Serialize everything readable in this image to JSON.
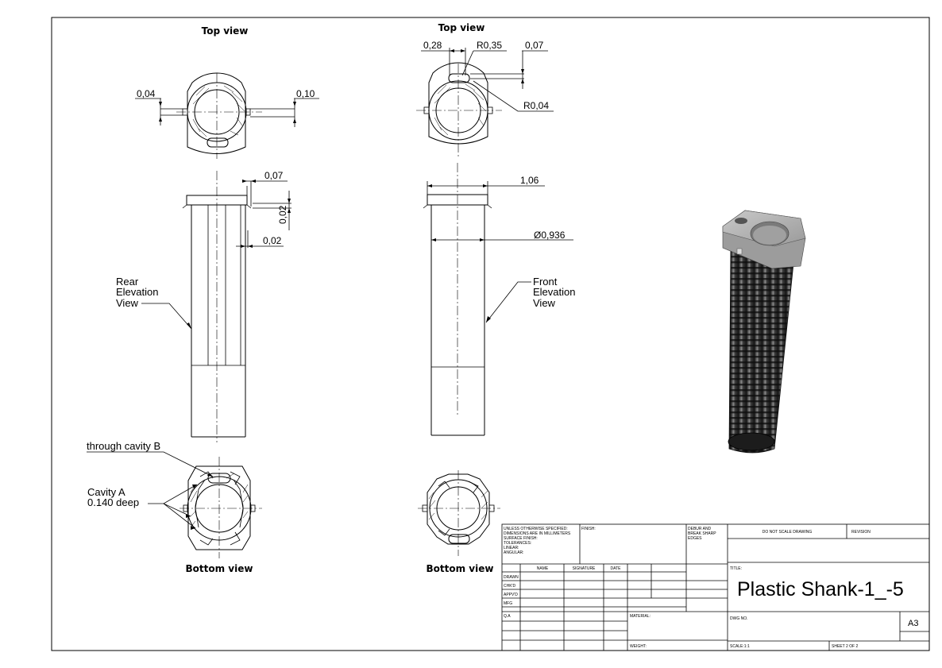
{
  "views": {
    "top_left_title": "Top view",
    "top_mid_title": "Top view",
    "bottom_left_title": "Bottom view",
    "bottom_mid_title": "Bottom view",
    "rear_label": [
      "Rear",
      "Elevation",
      "View"
    ],
    "front_label": [
      "Front",
      "Elevation",
      "View"
    ]
  },
  "dimensions": {
    "d004": "0,04",
    "d010": "0,10",
    "d028": "0,28",
    "r035": "R0,35",
    "d007_top": "0,07",
    "r004": "R0,04",
    "d007_rear": "0,07",
    "d002_v": "0,02",
    "d002_h": "0,02",
    "d106": "1,06",
    "dia0936": "Ø0,936"
  },
  "notes": {
    "through_cavity": "through cavity B",
    "cavity_a_line1": "Cavity A",
    "cavity_a_line2": "0.140 deep"
  },
  "title_block": {
    "unless_lines": [
      "UNLESS OTHERWISE SPECIFIED:",
      "DIMENSIONS ARE IN MILLIMETERS",
      "SURFACE FINISH:",
      "TOLERANCES:",
      "  LINEAR:",
      "  ANGULAR:"
    ],
    "finish": "FINISH:",
    "deburr_lines": [
      "DEBUR AND",
      "BREAK SHARP",
      "EDGES"
    ],
    "do_not_scale": "DO NOT SCALE DRAWING",
    "revision": "REVISION",
    "col_name": "NAME",
    "col_signature": "SIGNATURE",
    "col_date": "DATE",
    "rows": [
      "DRAWN",
      "CHK'D",
      "APPV'D",
      "MFG",
      "Q.A"
    ],
    "title_label": "TITLE:",
    "title": "Plastic Shank-1_-5",
    "material": "MATERIAL:",
    "dwg_no": "DWG NO.",
    "size": "A3",
    "weight": "WEIGHT:",
    "scale": "SCALE:1:1",
    "sheet": "SHEET 2 OF 2"
  }
}
